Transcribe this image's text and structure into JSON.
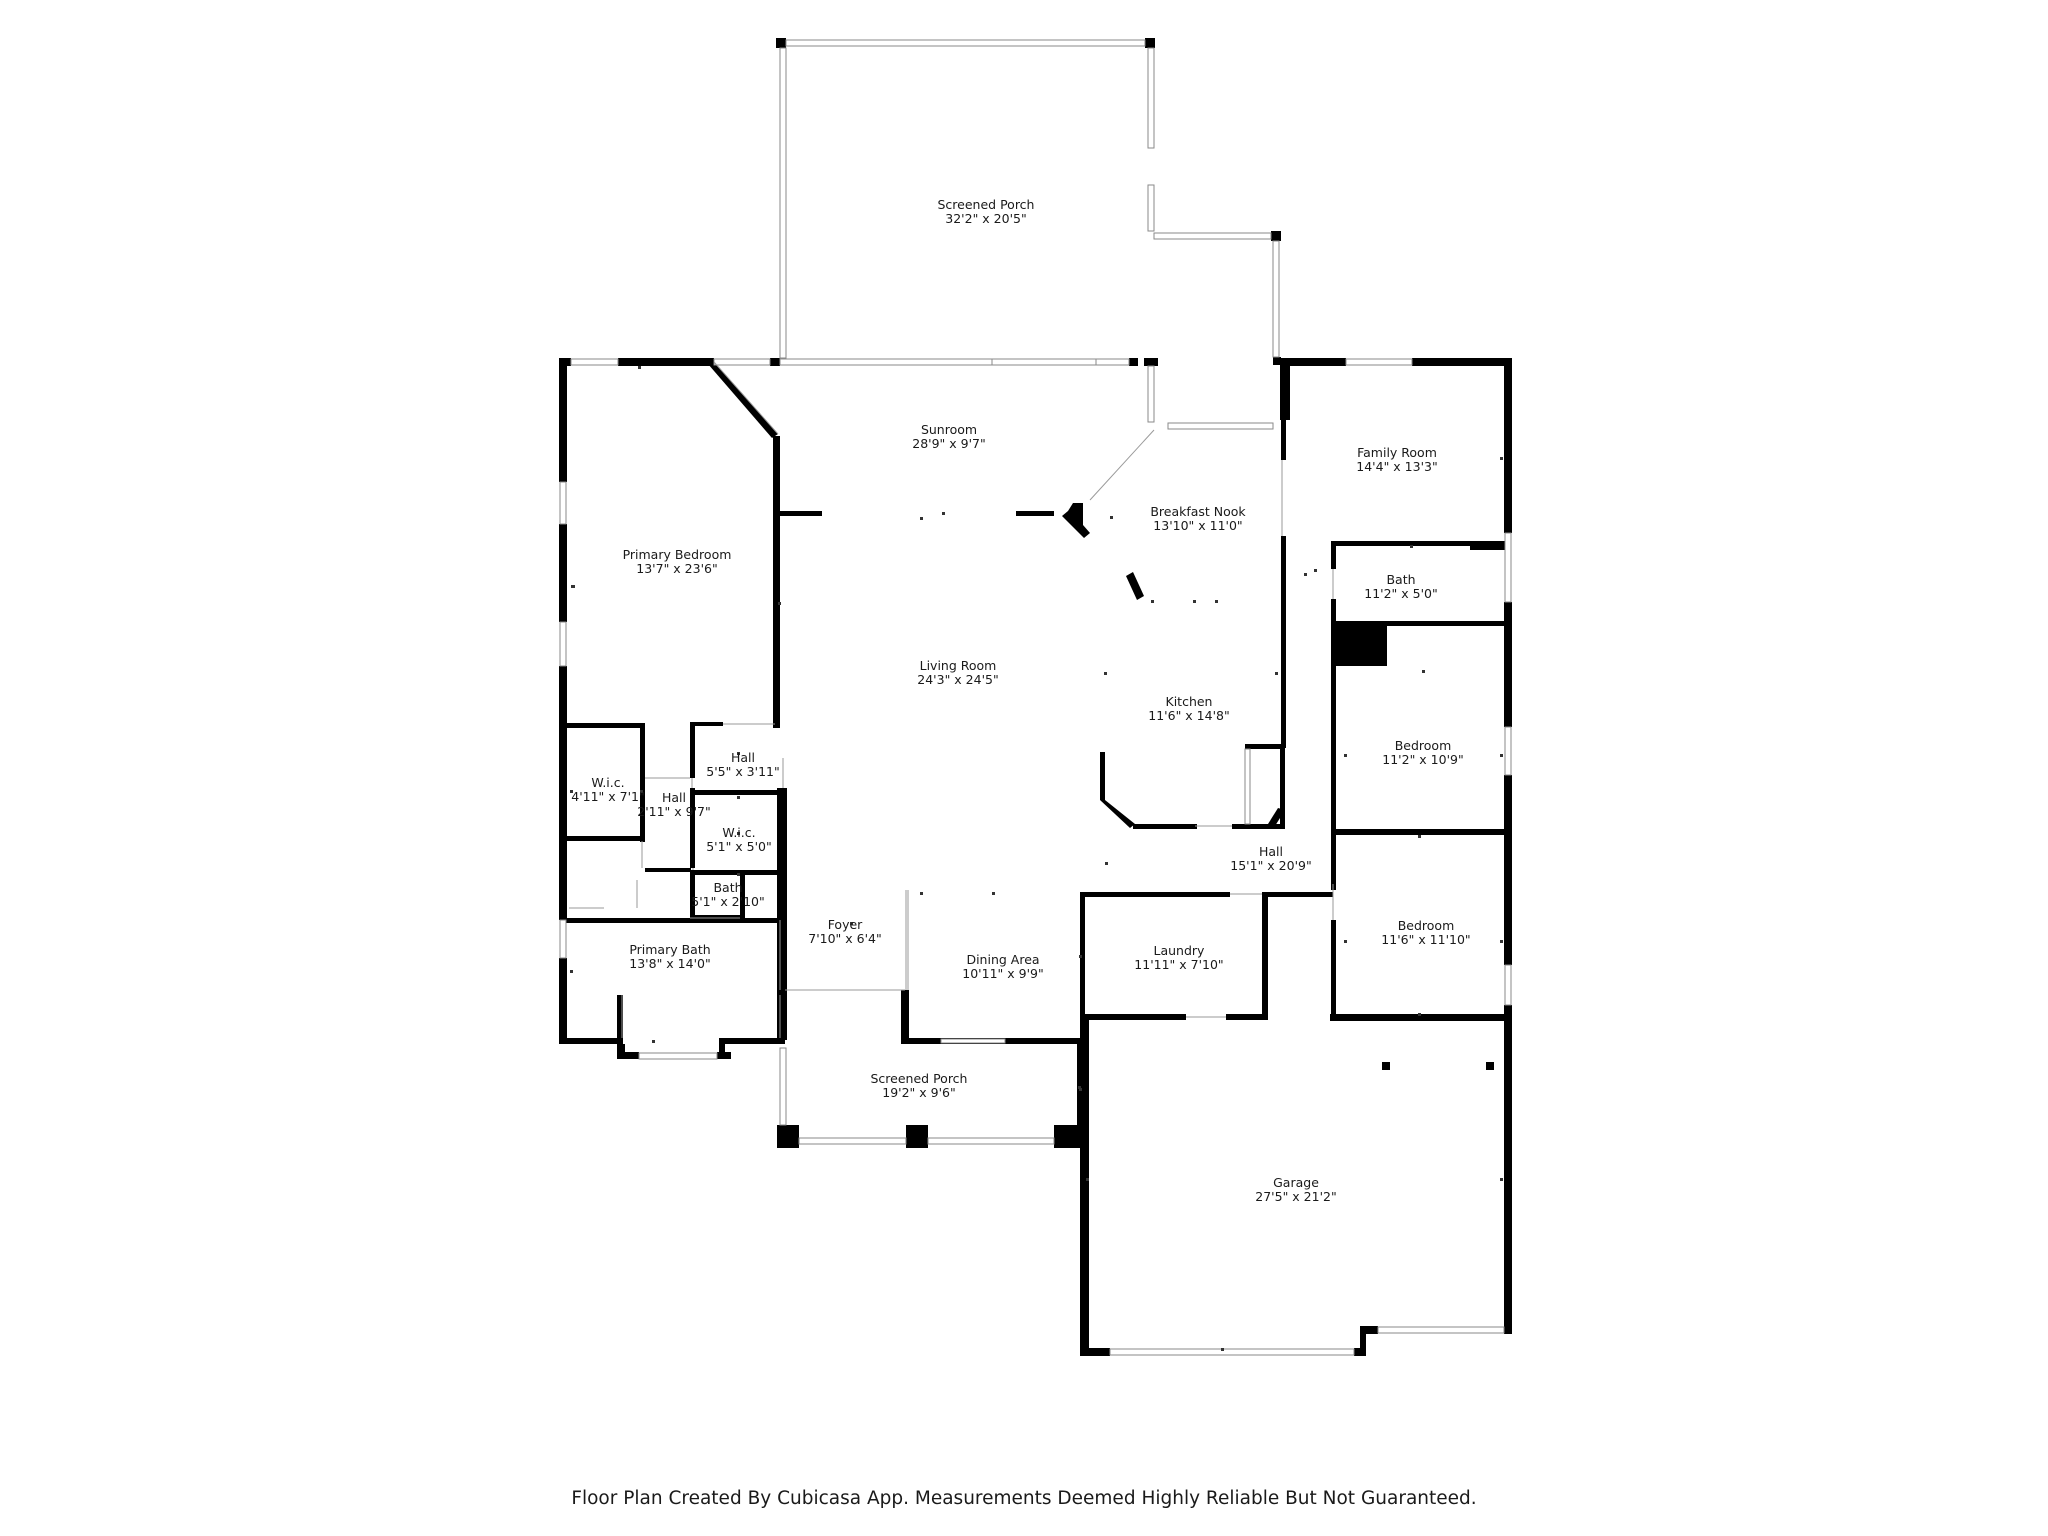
{
  "rooms": [
    {
      "id": "screened-porch-top",
      "name": "Screened Porch",
      "dims": "32'2\" x 20'5\""
    },
    {
      "id": "sunroom",
      "name": "Sunroom",
      "dims": "28'9\" x 9'7\""
    },
    {
      "id": "family-room",
      "name": "Family Room",
      "dims": "14'4\" x 13'3\""
    },
    {
      "id": "breakfast-nook",
      "name": "Breakfast Nook",
      "dims": "13'10\" x 11'0\""
    },
    {
      "id": "primary-bedroom",
      "name": "Primary Bedroom",
      "dims": "13'7\" x 23'6\""
    },
    {
      "id": "bath-east",
      "name": "Bath",
      "dims": "11'2\" x 5'0\""
    },
    {
      "id": "living-room",
      "name": "Living Room",
      "dims": "24'3\" x 24'5\""
    },
    {
      "id": "kitchen",
      "name": "Kitchen",
      "dims": "11'6\" x 14'8\""
    },
    {
      "id": "bedroom-1",
      "name": "Bedroom",
      "dims": "11'2\" x 10'9\""
    },
    {
      "id": "hall-small",
      "name": "Hall",
      "dims": "5'5\" x 3'11\""
    },
    {
      "id": "wic-1",
      "name": "W.i.c.",
      "dims": "4'11\" x 7'1\""
    },
    {
      "id": "hall-west",
      "name": "Hall",
      "dims": "2'11\" x 9'7\""
    },
    {
      "id": "wic-2",
      "name": "W.i.c.",
      "dims": "5'1\" x 5'0\""
    },
    {
      "id": "hall-east",
      "name": "Hall",
      "dims": "15'1\" x 20'9\""
    },
    {
      "id": "bath-small",
      "name": "Bath",
      "dims": "5'1\" x 2'10\""
    },
    {
      "id": "foyer",
      "name": "Foyer",
      "dims": "7'10\" x 6'4\""
    },
    {
      "id": "bedroom-2",
      "name": "Bedroom",
      "dims": "11'6\" x 11'10\""
    },
    {
      "id": "laundry",
      "name": "Laundry",
      "dims": "11'11\" x 7'10\""
    },
    {
      "id": "primary-bath",
      "name": "Primary Bath",
      "dims": "13'8\" x 14'0\""
    },
    {
      "id": "dining-area",
      "name": "Dining Area",
      "dims": "10'11\" x 9'9\""
    },
    {
      "id": "screened-porch-front",
      "name": "Screened Porch",
      "dims": "19'2\" x 9'6\""
    },
    {
      "id": "garage",
      "name": "Garage",
      "dims": "27'5\" x 21'2\""
    }
  ],
  "footer": "Floor Plan Created By Cubicasa App. Measurements Deemed Highly Reliable But Not Guaranteed."
}
